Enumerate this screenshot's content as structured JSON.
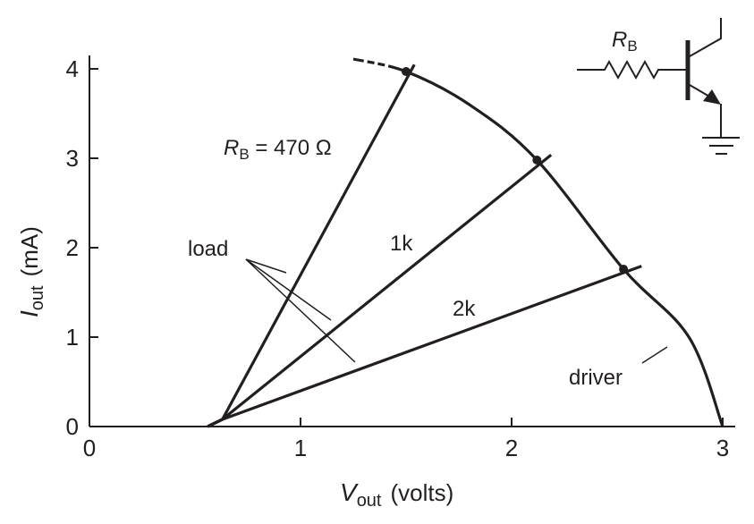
{
  "chart_data": {
    "type": "line",
    "title": "",
    "xlabel": {
      "main": "V",
      "sub": "out",
      "unit": "(volts)"
    },
    "ylabel": {
      "main": "I",
      "sub": "out",
      "unit": "(mA)"
    },
    "xlim": [
      0,
      3
    ],
    "ylim": [
      0,
      4.2
    ],
    "xticks": [
      "0",
      "1",
      "2",
      "3"
    ],
    "yticks": [
      "0",
      "1",
      "2",
      "3",
      "4"
    ],
    "grid": false,
    "driver_curve": {
      "label": "driver",
      "points": [
        [
          1.25,
          4.11
        ],
        [
          1.5,
          3.97
        ],
        [
          1.8,
          3.6
        ],
        [
          2.12,
          2.98
        ],
        [
          2.53,
          1.76
        ],
        [
          2.84,
          1.0
        ],
        [
          3.0,
          0.0
        ]
      ],
      "dashed_until_x": 1.42
    },
    "load_lines": [
      {
        "name": "RB=470",
        "label_main": "R",
        "label_sub": "B",
        "label_rest": " = 470 Ω",
        "from": [
          0.56,
          0
        ],
        "to": [
          1.5,
          3.97
        ]
      },
      {
        "name": "1k",
        "label": "1k",
        "from": [
          0.56,
          0
        ],
        "to": [
          2.12,
          2.98
        ]
      },
      {
        "name": "2k",
        "label": "2k",
        "from": [
          0.56,
          0
        ],
        "to": [
          2.53,
          1.76
        ]
      }
    ],
    "annotations": {
      "load": "load",
      "driver": "driver"
    },
    "schematic": {
      "resistor_label_main": "R",
      "resistor_label_sub": "B"
    }
  }
}
